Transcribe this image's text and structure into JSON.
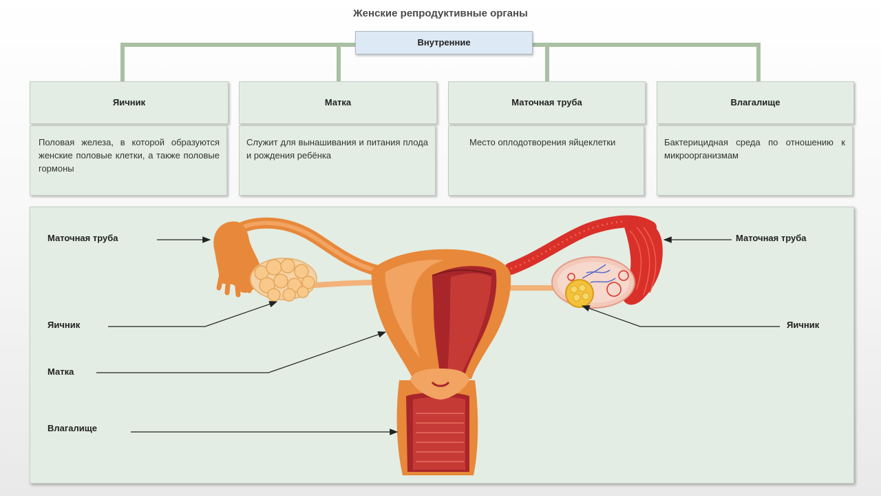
{
  "title": "Женские репродуктивные органы",
  "center_box": "Внутренние",
  "organs": [
    {
      "name": "Яичник",
      "description": "Половая железа, в которой образуются женские половые клетки, а также половые гормоны"
    },
    {
      "name": "Матка",
      "description": "Служит для вынашивания и питания плода и рождения ребёнка"
    },
    {
      "name": "Маточная труба",
      "description": "Место оплодотворения яйцеклетки"
    },
    {
      "name": "Влагалище",
      "description": "Бактерицидная среда по отношению к микроорганизмам"
    }
  ],
  "labels": {
    "left_tube": "Маточная труба",
    "left_ovary": "Яичник",
    "uterus": "Матка",
    "vagina": "Влагалище",
    "right_tube": "Маточная труба",
    "right_ovary": "Яичник"
  },
  "colors": {
    "box_fill": "#e3ede3",
    "connector": "#a9c0a2",
    "center_box_fill": "#dde9f4",
    "uterus_outer": "#e8883a",
    "uterus_inner": "#a8262a",
    "tube_right": "#d9302a",
    "ovary_left": "#f6d3a6"
  }
}
